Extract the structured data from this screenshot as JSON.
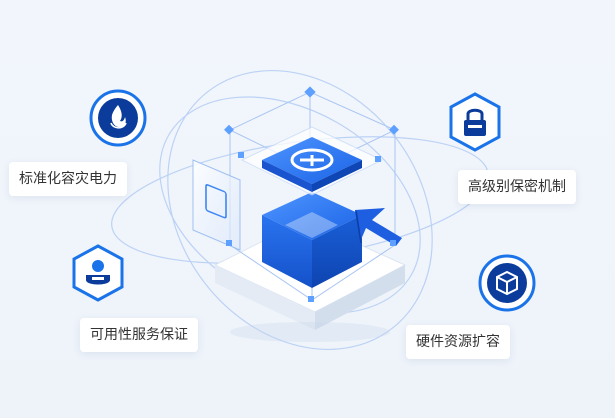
{
  "features": {
    "power": {
      "label": "标准化容灾电力",
      "icon": "flame-icon"
    },
    "security": {
      "label": "高级别保密机制",
      "icon": "lock-icon"
    },
    "availability": {
      "label": "可用性服务保证",
      "icon": "user-shield-icon"
    },
    "expansion": {
      "label": "硬件资源扩容",
      "icon": "cube-icon"
    }
  },
  "colors": {
    "accent": "#1a73e8",
    "dark_blue": "#0b3c9c",
    "light_blue": "#cfe0fb",
    "background": "#f2f6fc",
    "text": "#333333"
  }
}
